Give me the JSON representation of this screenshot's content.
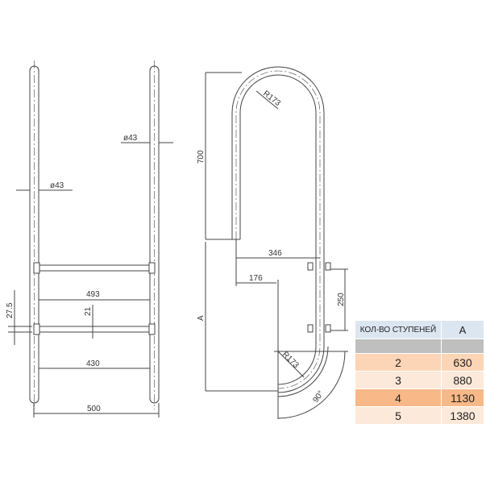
{
  "front_view": {
    "dimensions": [
      "500",
      "430",
      "493",
      "21",
      "27.5",
      "ø43",
      "ø43"
    ]
  },
  "side_view": {
    "dimensions": [
      "700",
      "R173",
      "346",
      "176",
      "250",
      "A",
      "R173",
      "90°"
    ]
  },
  "table": {
    "headers": [
      "КОЛ-ВО СТУПЕНЕЙ",
      "A"
    ],
    "rows": [
      {
        "steps": "2",
        "a": "630",
        "color": "#fbd5b5"
      },
      {
        "steps": "3",
        "a": "880",
        "color": "#fde9d9"
      },
      {
        "steps": "4",
        "a": "1130",
        "color": "#f8b887"
      },
      {
        "steps": "5",
        "a": "1380",
        "color": "#fde9d9"
      }
    ],
    "header_color": "#dce6f1",
    "blank_row_color": "#bfbfbf"
  }
}
